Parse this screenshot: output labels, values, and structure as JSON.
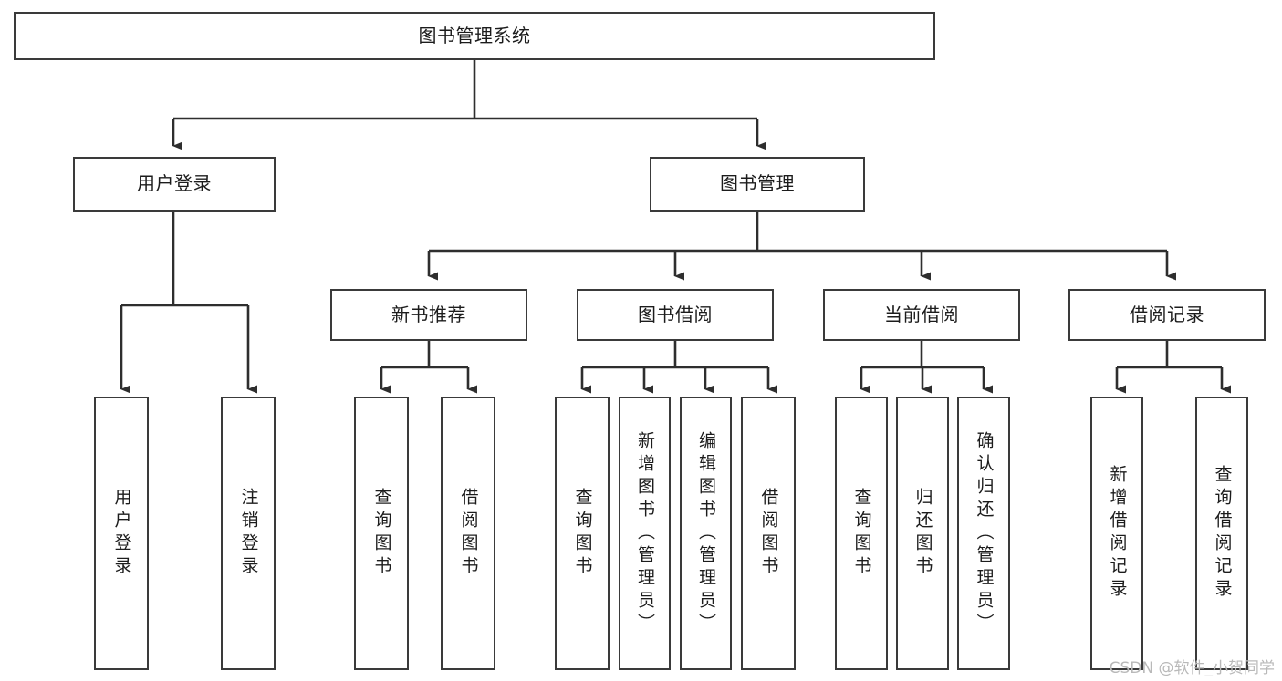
{
  "diagram": {
    "title": "图书管理系统",
    "type": "tree-hierarchy",
    "orientation": "top-down",
    "background_color": "#ffffff",
    "border_color": "#3a3a3a",
    "text_color": "#1c1c1c",
    "watermark": "CSDN @软件_小贺同学",
    "nodes": {
      "root": {
        "label": "图书管理系统"
      },
      "level2": [
        {
          "label": "用户登录"
        },
        {
          "label": "图书管理"
        }
      ],
      "level3": [
        {
          "label": "新书推荐"
        },
        {
          "label": "图书借阅"
        },
        {
          "label": "当前借阅"
        },
        {
          "label": "借阅记录"
        }
      ],
      "leaves": {
        "user_login": [
          {
            "label": "用户登录"
          },
          {
            "label": "注销登录"
          }
        ],
        "new_book_recommend": [
          {
            "label": "查询图书"
          },
          {
            "label": "借阅图书"
          }
        ],
        "book_borrow": [
          {
            "label": "查询图书"
          },
          {
            "label": "新增图书（管理员）"
          },
          {
            "label": "编辑图书（管理员）"
          },
          {
            "label": "借阅图书"
          }
        ],
        "current_borrow": [
          {
            "label": "查询图书"
          },
          {
            "label": "归还图书"
          },
          {
            "label": "确认归还（管理员）"
          }
        ],
        "borrow_record": [
          {
            "label": "新增借阅记录"
          },
          {
            "label": "查询借阅记录"
          }
        ]
      }
    }
  }
}
